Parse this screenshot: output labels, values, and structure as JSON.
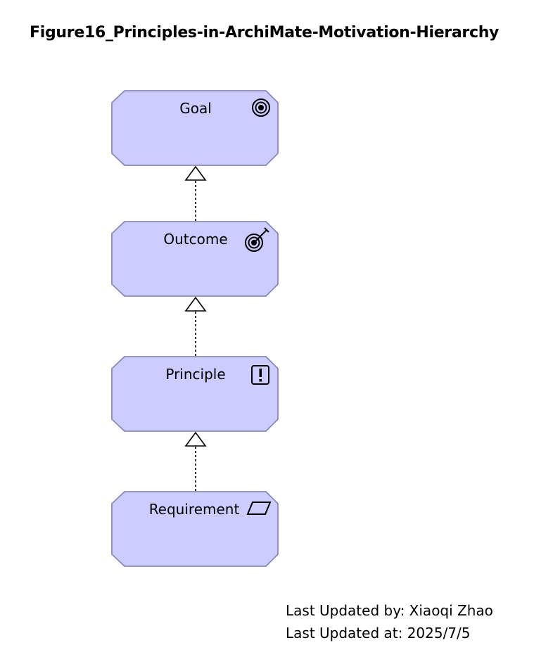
{
  "diagram": {
    "title": "Figure16_Principles-in-ArchiMate-Motivation-Hierarchy",
    "fill_color": "#ccccff",
    "stroke_color": "#8a8ab8",
    "elements": [
      {
        "id": "goal",
        "label": "Goal",
        "icon": "goal-icon"
      },
      {
        "id": "outcome",
        "label": "Outcome",
        "icon": "outcome-icon"
      },
      {
        "id": "principle",
        "label": "Principle",
        "icon": "principle-icon"
      },
      {
        "id": "requirement",
        "label": "Requirement",
        "icon": "requirement-icon"
      }
    ],
    "relationships": [
      {
        "from": "outcome",
        "to": "goal",
        "type": "realization"
      },
      {
        "from": "principle",
        "to": "outcome",
        "type": "realization"
      },
      {
        "from": "requirement",
        "to": "principle",
        "type": "realization"
      }
    ]
  },
  "footer": {
    "updated_by": "Last Updated by: Xiaoqi Zhao",
    "updated_at": "Last Updated at: 2025/7/5"
  }
}
